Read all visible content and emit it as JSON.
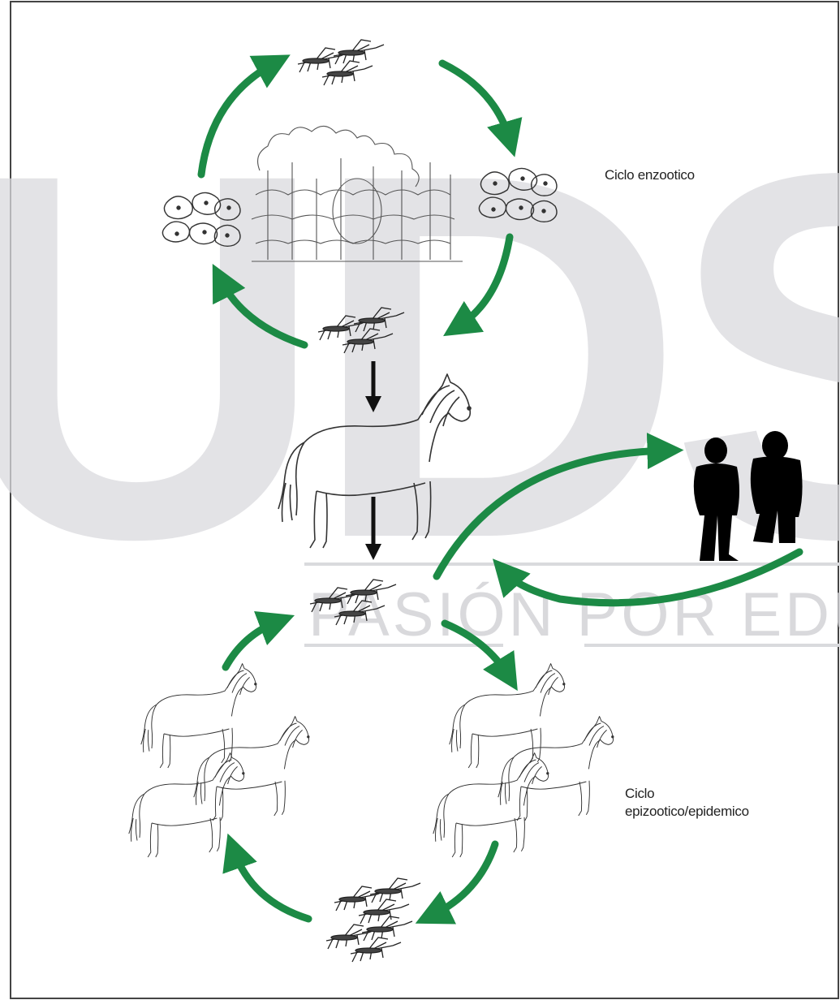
{
  "diagram": {
    "cycle_enzootic_label": "Ciclo enzootico",
    "cycle_epizootic_label_line1": "Ciclo",
    "cycle_epizootic_label_line2": "epizootico/epidemico"
  },
  "watermark": {
    "big_text": "UDS",
    "tagline": "PASIÓN POR EDUCAR"
  },
  "colors": {
    "arrow_green": "#1c8a45",
    "arrow_black": "#111111",
    "watermark": "#d9dadd",
    "line_art": "#333333",
    "silhouette": "#000000"
  },
  "icons": {
    "mosquito": "mosquito-icon",
    "rodent": "rodent-icon",
    "forest": "forest-icon",
    "horse": "horse-icon",
    "human": "human-silhouette-icon"
  }
}
